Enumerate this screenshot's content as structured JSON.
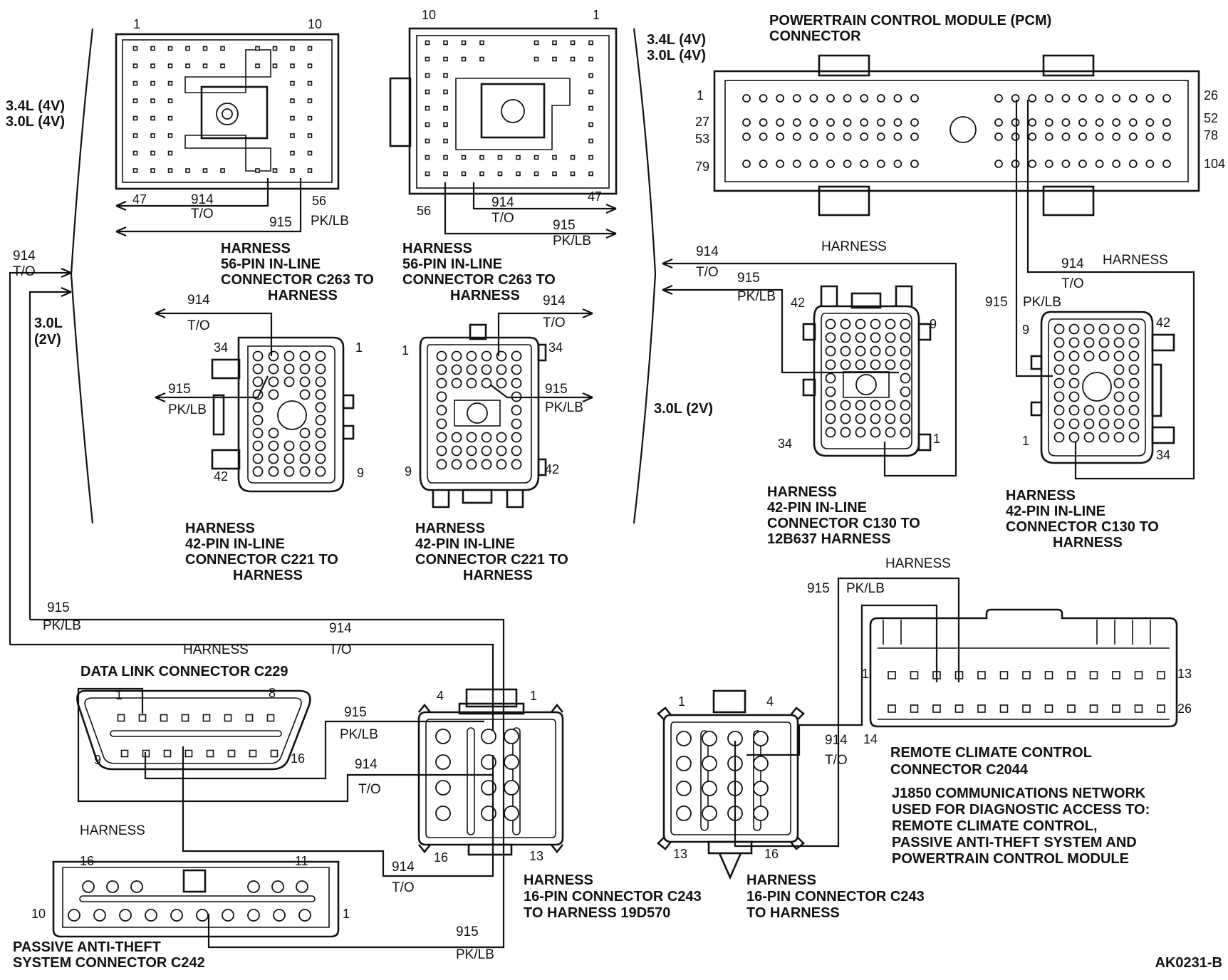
{
  "labels": {
    "pcm_title": [
      "POWERTRAIN CONTROL MODULE (PCM)",
      "CONNECTOR"
    ],
    "engine_4v": [
      "3.4L (4V)",
      "3.0L (4V)"
    ],
    "engine_2v_left": [
      "3.0L",
      "(2V)"
    ],
    "engine_2v_mid": "3.0L (2V)",
    "c263_caption": [
      "HARNESS",
      "56-PIN IN-LINE",
      "CONNECTOR C263 TO",
      "HARNESS"
    ],
    "c221_caption": [
      "HARNESS",
      "42-PIN IN-LINE",
      "CONNECTOR C221 TO",
      "HARNESS"
    ],
    "c130_caption_a": [
      "HARNESS",
      "42-PIN IN-LINE",
      "CONNECTOR C130 TO",
      "12B637 HARNESS"
    ],
    "c130_caption_b": [
      "HARNESS",
      "42-PIN IN-LINE",
      "CONNECTOR C130 TO",
      "HARNESS"
    ],
    "dlc_title": "DATA LINK CONNECTOR C229",
    "pats_title": [
      "PASSIVE ANTI-THEFT",
      "SYSTEM CONNECTOR C242"
    ],
    "c243_caption_a": [
      "HARNESS",
      "16-PIN CONNECTOR C243",
      "TO HARNESS 19D570"
    ],
    "c243_caption_b": [
      "HARNESS",
      "16-PIN CONNECTOR C243",
      "TO HARNESS"
    ],
    "rcc_title": [
      "REMOTE CLIMATE CONTROL",
      "CONNECTOR C2044"
    ],
    "network_note": [
      "J1850 COMMUNICATIONS NETWORK",
      "USED FOR DIAGNOSTIC ACCESS TO:",
      "REMOTE CLIMATE CONTROL,",
      "PASSIVE ANTI-THEFT SYSTEM AND",
      "POWERTRAIN CONTROL MODULE"
    ],
    "harness": "HARNESS",
    "figure_id": "AK0231-B"
  },
  "circuits": {
    "c914": "914",
    "c914_color": "T/O",
    "c915": "915",
    "c915_color": "PK/LB"
  },
  "pins": {
    "p1": "1",
    "p4": "4",
    "p8": "8",
    "p9": "9",
    "p10": "10",
    "p11": "11",
    "p13": "13",
    "p14": "14",
    "p16": "16",
    "p26": "26",
    "p27": "27",
    "p34": "34",
    "p42": "42",
    "p47": "47",
    "p52": "52",
    "p53": "53",
    "p56": "56",
    "p78": "78",
    "p79": "79",
    "p104": "104"
  }
}
